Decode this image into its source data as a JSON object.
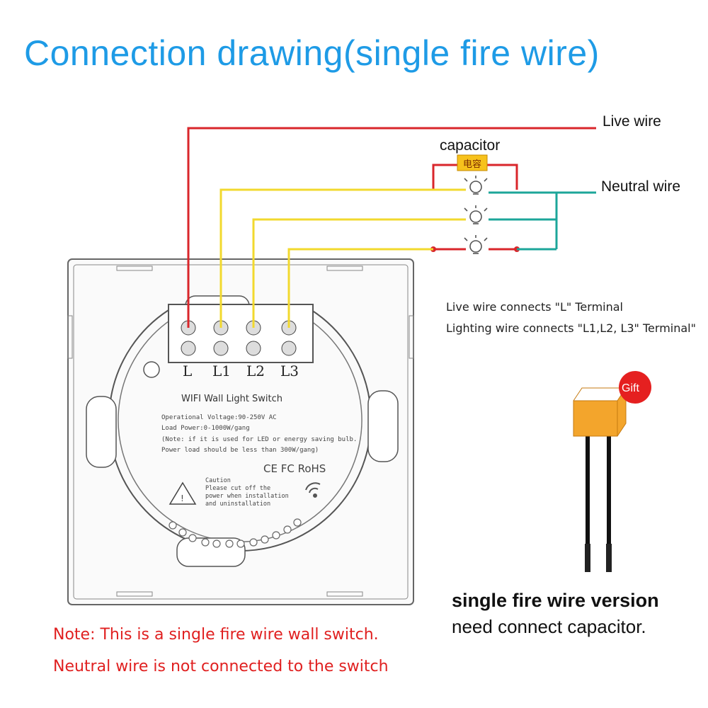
{
  "title": "Connection drawing(single fire wire)",
  "wires": {
    "live_label": "Live wire",
    "neutral_label": "Neutral wire",
    "capacitor_label": "capacitor",
    "capacitor_tag": "电容",
    "live_color": "#d9262b",
    "lighting_color": "#f2d92e",
    "neutral_color": "#1ca69a"
  },
  "terminals": [
    "L",
    "L1",
    "L2",
    "L3"
  ],
  "switch_back": {
    "name": "WIFI Wall Light Switch",
    "spec_lines": [
      "Operational Voltage:90-250V AC",
      "Load Power:0-1000W/gang",
      "(Note: if it is used for LED or energy saving bulb.",
      "Power load should be less than 300W/gang)"
    ],
    "certifications": "CE FC RoHS",
    "caution_lines": [
      "Caution",
      "Please cut off the",
      "power when installation",
      "and uninstallation"
    ]
  },
  "info": {
    "line1": "Live wire connects \"L\" Terminal",
    "line2": "Lighting wire connects \"L1,L2, L3\" Terminal\""
  },
  "gift": {
    "badge": "Gift",
    "caption_bold": "single fire wire version",
    "caption": "need connect capacitor."
  },
  "notes": {
    "line1": "Note: This is a single fire wire wall switch.",
    "line2": "Neutral wire is not connected to the switch"
  }
}
